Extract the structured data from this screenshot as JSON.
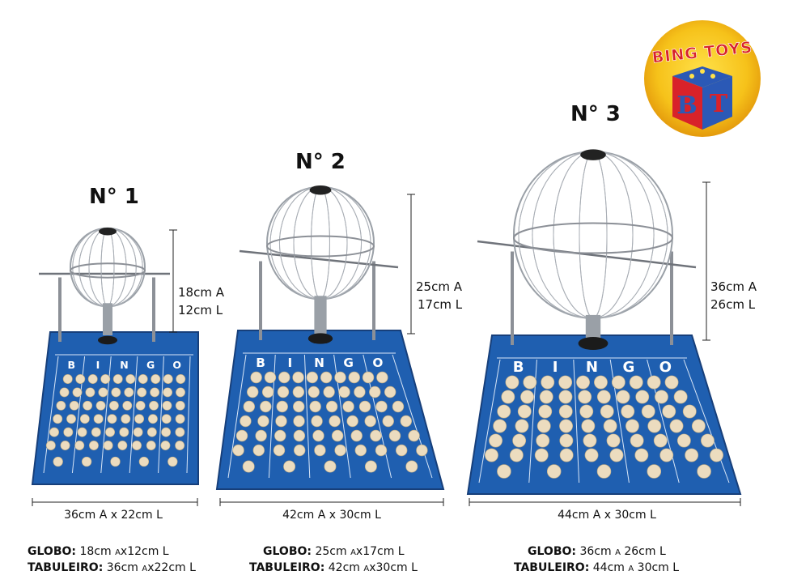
{
  "logo": {
    "brand_top": "BING TOYS",
    "brand_letters": "BT"
  },
  "products": [
    {
      "id": "n1",
      "title": "N° 1",
      "globe_height": "18cm A",
      "globe_width": "12cm L",
      "board_size": "36cm A x 22cm L",
      "spec_globo_label": "GLOBO:",
      "spec_globo_value_a": "18cm",
      "spec_globo_sep": "A",
      "spec_globo_value_b": "x12cm L",
      "spec_tab_label": "TABULEIRO:",
      "spec_tab_value_a": "36cm",
      "spec_tab_sep": "A",
      "spec_tab_value_b": "x22cm L",
      "board_word": "BINGO"
    },
    {
      "id": "n2",
      "title": "N° 2",
      "globe_height": "25cm A",
      "globe_width": "17cm L",
      "board_size": "42cm A x 30cm L",
      "spec_globo_label": "GLOBO:",
      "spec_globo_value_a": "25cm",
      "spec_globo_sep": "A",
      "spec_globo_value_b": "x17cm L",
      "spec_tab_label": "TABULEIRO:",
      "spec_tab_value_a": "42cm",
      "spec_tab_sep": "A",
      "spec_tab_value_b": "x30cm L",
      "board_word": "BINGO"
    },
    {
      "id": "n3",
      "title": "N° 3",
      "globe_height": "36cm A",
      "globe_width": "26cm L",
      "board_size": "44cm A x 30cm L",
      "spec_globo_label": "GLOBO:",
      "spec_globo_value_a": "36cm",
      "spec_globo_sep": "A",
      "spec_globo_value_b": "26cm L",
      "spec_tab_label": "TABULEIRO:",
      "spec_tab_value_a": "44cm",
      "spec_tab_sep": "A",
      "spec_tab_value_b": "30cm L",
      "board_word": "BINGO"
    }
  ],
  "colors": {
    "board_blue": "#1f5fb0",
    "board_line": "#d8e6f7",
    "ball": "#ecdcbf",
    "metal": "#8c9097",
    "logo_yellow": "#f6c21a",
    "logo_red": "#d8222a",
    "logo_blue": "#2b59b6"
  }
}
